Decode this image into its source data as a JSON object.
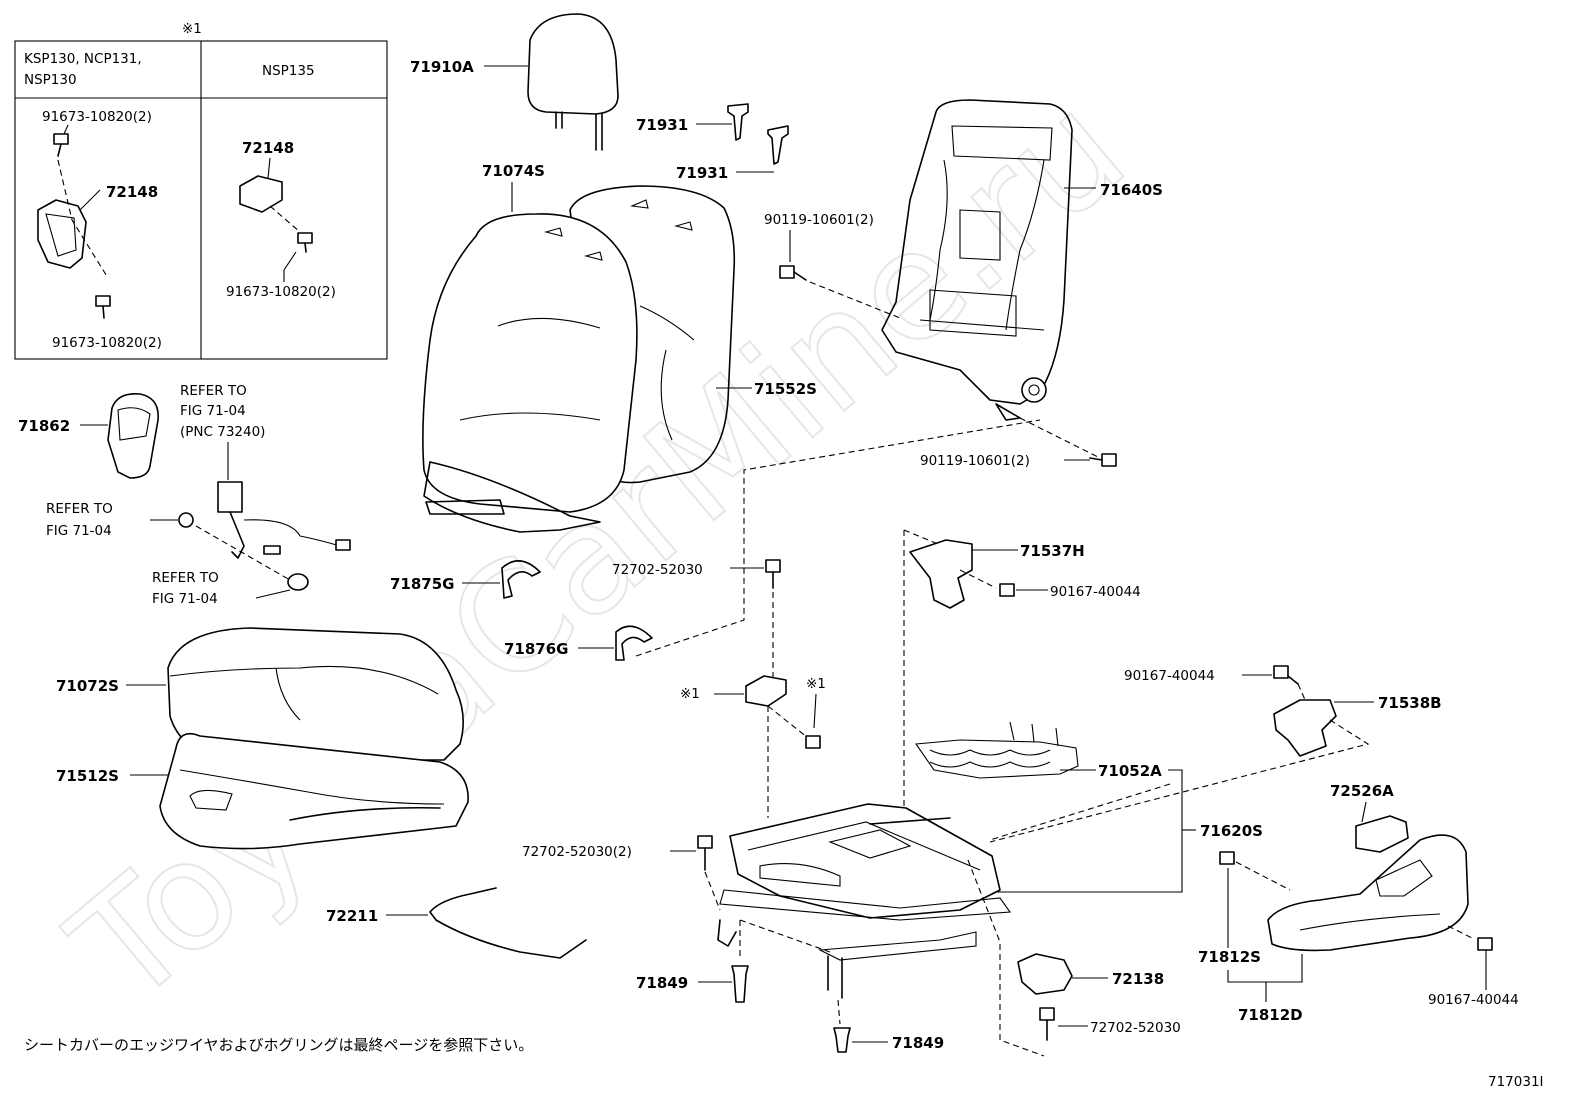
{
  "watermark": "ToyotaCarMine.ru",
  "inset": {
    "mark": "※1",
    "col1_head_l1": "KSP130, NCP131,",
    "col1_head_l2": "NSP130",
    "col2_head": "NSP135",
    "col1_bolt_top": "91673-10820(2)",
    "col1_bracket": "72148",
    "col1_bolt_bottom": "91673-10820(2)",
    "col2_bracket": "72148",
    "col2_bolt": "91673-10820(2)"
  },
  "parts": {
    "p71910A": "71910A",
    "p71931a": "71931",
    "p71931b": "71931",
    "p71074S": "71074S",
    "p71640S": "71640S",
    "p90119a": "90119-10601(2)",
    "p90119b": "90119-10601(2)",
    "p71552S": "71552S",
    "p71862": "71862",
    "p71875G": "71875G",
    "p72702a": "72702-52030",
    "p71876G": "71876G",
    "p71537H": "71537H",
    "p90167a": "90167-40044",
    "p90167b": "90167-40044",
    "p71538B": "71538B",
    "p71072S": "71072S",
    "p71512S": "71512S",
    "p71052A": "71052A",
    "p71620S": "71620S",
    "p72526A": "72526A",
    "p72702b": "72702-52030(2)",
    "p72211": "72211",
    "p71812S": "71812S",
    "p71812D": "71812D",
    "p90167c": "90167-40044",
    "p72138": "72138",
    "p72702c": "72702-52030",
    "p71849a": "71849",
    "p71849b": "71849",
    "mark1a": "※1",
    "mark1b": "※1"
  },
  "refs": {
    "ref1_l1": "REFER TO",
    "ref1_l2": "FIG 71-04",
    "ref1_l3": "(PNC 73240)",
    "ref2_l1": "REFER TO",
    "ref2_l2": "FIG 71-04",
    "ref3_l1": "REFER TO",
    "ref3_l2": "FIG 71-04"
  },
  "footnote": "シートカバーのエッジワイヤおよびホグリングは最終ページを参照下さい。",
  "figure_id": "717031I"
}
